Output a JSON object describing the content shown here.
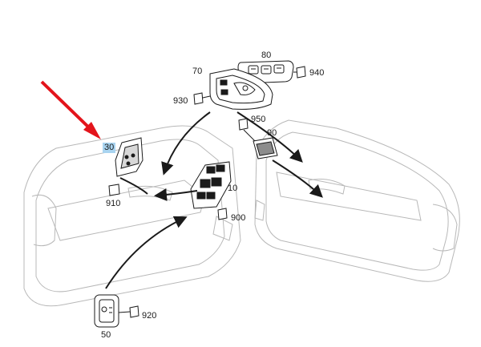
{
  "diagram": {
    "callouts": [
      {
        "id": "c80",
        "label": "80"
      },
      {
        "id": "c940",
        "label": "940"
      },
      {
        "id": "c70",
        "label": "70"
      },
      {
        "id": "c930",
        "label": "930"
      },
      {
        "id": "c950",
        "label": "950"
      },
      {
        "id": "c90",
        "label": "90"
      },
      {
        "id": "c30",
        "label": "30",
        "highlighted": true
      },
      {
        "id": "c910",
        "label": "910"
      },
      {
        "id": "c10",
        "label": "10"
      },
      {
        "id": "c900",
        "label": "900"
      },
      {
        "id": "c920",
        "label": "920"
      },
      {
        "id": "c50",
        "label": "50"
      }
    ],
    "colors": {
      "line": "#1a1a1a",
      "faint_line": "#b8b8b8",
      "pointer_arrow": "#e3141b",
      "highlight": "#a9d4f0"
    }
  }
}
